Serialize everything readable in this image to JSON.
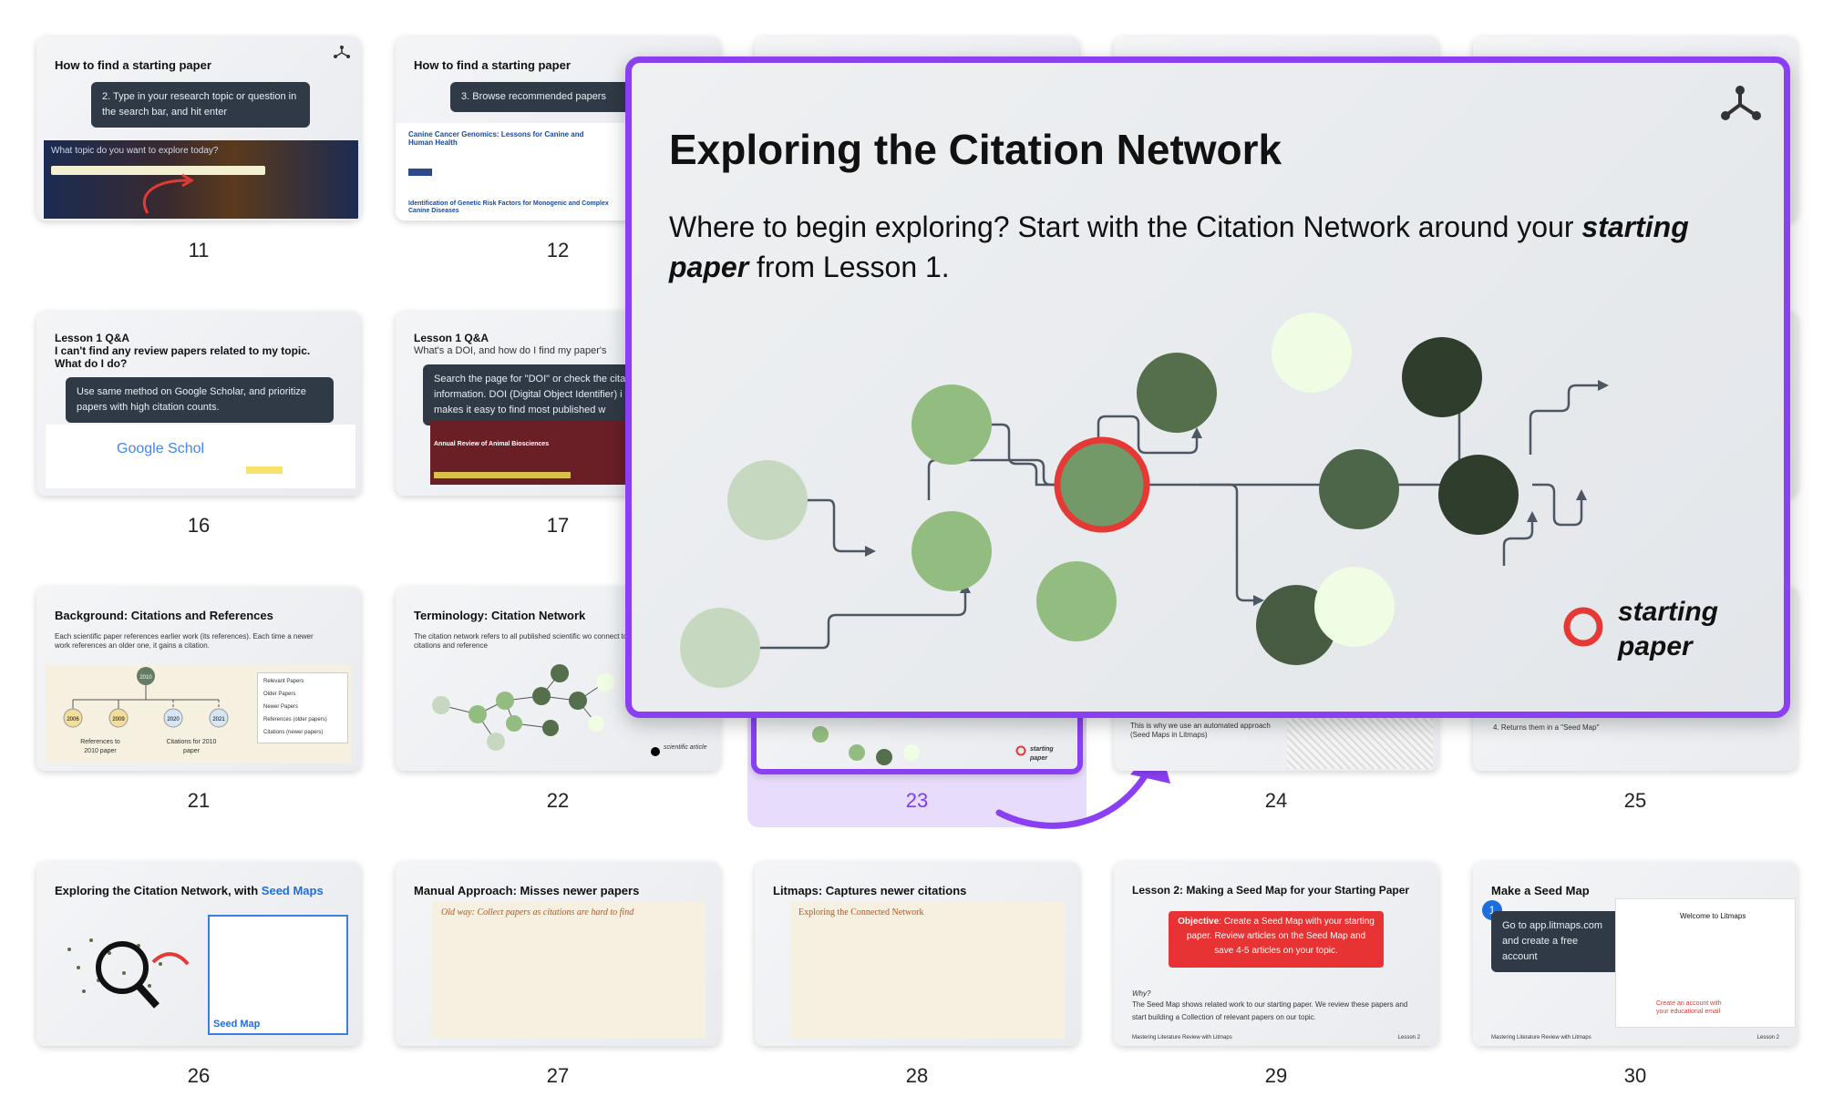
{
  "slides": [
    {
      "num": "11",
      "title": "How to find a starting paper",
      "callout": "2. Type in your research topic or question in the search bar, and hit enter",
      "search_prompt": "What topic do you want to explore today?"
    },
    {
      "num": "12",
      "title": "How to find a starting paper",
      "callout": "3. Browse recommended papers",
      "paper1": "Canine Cancer Genomics: Lessons for Canine and Human Health",
      "paper2": "Identification of Genetic Risk Factors for Monogenic and Complex Canine Diseases"
    },
    {
      "num": "16",
      "title": "Lesson 1 Q&A\nI can't find any review papers related to my topic. What do I do?",
      "callout": "Use same method on Google Scholar, and prioritize papers with high citation counts.",
      "google": "Google Schol"
    },
    {
      "num": "17",
      "title": "Lesson 1 Q&A",
      "subtitle": "What's a DOI, and how do I find my paper's",
      "callout": "Search the page for \"DOI\" or check the citat information. DOI (Digital Object Identifier) i that makes it easy to find most published w",
      "journal": "Annual Review of Animal Biosciences"
    },
    {
      "num": "21",
      "title": "Background: Citations and References",
      "body": "Each scientific paper references earlier work (its references). Each time a newer work references an older one, it gains a citation.",
      "legend": [
        "Relevant Papers",
        "Older Papers",
        "Newer Papers",
        "References (older papers)",
        "Citations (newer papers)"
      ],
      "years": [
        "2010",
        "2006",
        "2009",
        "2020",
        "2021"
      ],
      "ref_label": "References to 2010 paper",
      "cit_label": "Citations for 2010 paper"
    },
    {
      "num": "22",
      "title": "Terminology: Citation Network",
      "body": "The citation network refers to all published scientific wo connect to one another based on citations and reference",
      "legend": "scientific article"
    },
    {
      "num": "23",
      "legend": "starting paper"
    },
    {
      "num": "24",
      "body": "This is why we use an automated approach (Seed Maps in Litmaps)"
    },
    {
      "num": "25",
      "body": "4. Returns them in a \"Seed Map\""
    },
    {
      "num": "26",
      "title": "Exploring the Citation Network, with",
      "title_link": "Seed Maps",
      "seed_label": "Seed Map"
    },
    {
      "num": "27",
      "title": "Manual Approach: Misses newer papers",
      "subtitle": "Old way: Collect papers as citations are hard to find"
    },
    {
      "num": "28",
      "title": "Litmaps: Captures newer citations",
      "subtitle": "Exploring the Connected Network"
    },
    {
      "num": "29",
      "title": "Lesson 2: Making a Seed Map for your Starting Paper",
      "objective_label": "Objective",
      "objective": "Create a Seed Map with your starting paper. Review articles on the Seed Map and save 4-5 articles on your topic.",
      "why": "Why?",
      "why_body": "The Seed Map shows related work to our starting paper. We review these papers and start building a Collection of relevant papers on our topic.",
      "footer": "Mastering Literature Review with Litmaps",
      "footer_right": "Lesson 2"
    },
    {
      "num": "30",
      "title": "Make a Seed Map",
      "step": "1",
      "callout": "Go to app.litmaps.com and create a free account",
      "welcome": "Welcome to Litmaps",
      "note": "Create an account with your educational email",
      "footer": "Mastering Literature Review with Litmaps",
      "footer_right": "Lesson 2"
    }
  ],
  "zoom": {
    "title": "Exploring the Citation Network",
    "body_pre": "Where to begin exploring? Start with the Citation Network around your ",
    "body_em": "starting paper",
    "body_post": " from Lesson 1.",
    "legend": "starting\npaper"
  },
  "colors": {
    "accent": "#8a3ff2",
    "starting_ring": "#e53935",
    "node_light": "#c7d8c0",
    "node_mid": "#93bd80",
    "node_dark": "#556f4d",
    "node_darkest": "#2f3d2c",
    "node_pale": "#eefde4"
  }
}
